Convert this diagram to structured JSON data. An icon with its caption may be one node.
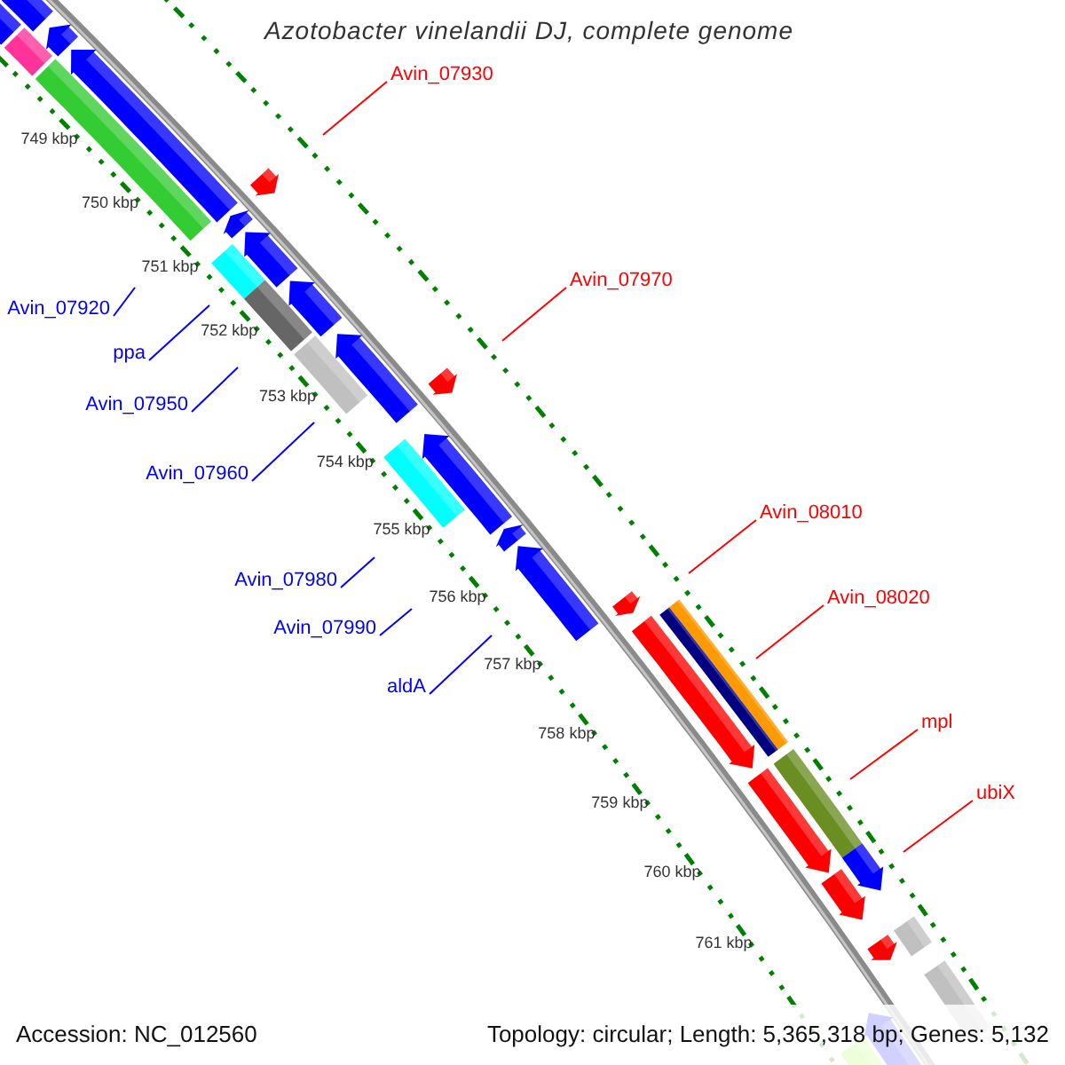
{
  "diagram": {
    "title": "Azotobacter vinelandii DJ, complete genome",
    "nodes": [
      {
        "text": [
          "Avin_07930"
        ]
      },
      {
        "text": [
          "Avin_07970"
        ]
      },
      {
        "text": [
          "Avin_07920"
        ]
      },
      {
        "text": [
          "ppa"
        ]
      },
      {
        "text": [
          "Avin_07950"
        ]
      },
      {
        "text": [
          "Avin_07960"
        ]
      },
      {
        "text": [
          "Avin_08010"
        ]
      },
      {
        "text": [
          "Avin_07980"
        ]
      },
      {
        "text": [
          "Avin_08020"
        ]
      },
      {
        "text": [
          "Avin_07990"
        ]
      },
      {
        "text": [
          "aldA"
        ]
      },
      {
        "text": [
          "mpl"
        ]
      },
      {
        "text": [
          "ubiX"
        ]
      }
    ],
    "edges": [
      {
        "from": 0,
        "to": null,
        "arrow": "none",
        "color": "#ff0000"
      },
      {
        "from": 1,
        "to": null,
        "arrow": "none",
        "color": "#ff0000"
      },
      {
        "from": 2,
        "to": null,
        "arrow": "none"
      },
      {
        "from": 3,
        "to": null,
        "arrow": "none"
      },
      {
        "from": 4,
        "to": null,
        "arrow": "none"
      },
      {
        "from": 5,
        "to": null,
        "arrow": "none"
      },
      {
        "from": 6,
        "to": null,
        "arrow": "none",
        "color": "#ff0000"
      },
      {
        "from": 7,
        "to": null,
        "arrow": "none"
      },
      {
        "from": 8,
        "to": null,
        "arrow": "none",
        "color": "#ff0000"
      },
      {
        "from": 9,
        "to": null,
        "arrow": "none"
      },
      {
        "from": 10,
        "to": null,
        "arrow": "none"
      },
      {
        "from": 11,
        "to": null,
        "arrow": "none",
        "color": "#ff0000"
      },
      {
        "from": 12,
        "to": null,
        "arrow": "none",
        "color": "#ff0000"
      }
    ],
    "labels": [
      "749 kbp",
      "750 kbp",
      "751 kbp",
      "752 kbp",
      "753 kbp",
      "754 kbp",
      "755 kbp",
      "756 kbp",
      "757 kbp",
      "758 kbp",
      "759 kbp",
      "760 kbp",
      "761 kbp",
      "Accession: NC_012560",
      "Topology: circular; Length: 5,365,318 bp; Genes: 5,132"
    ]
  }
}
